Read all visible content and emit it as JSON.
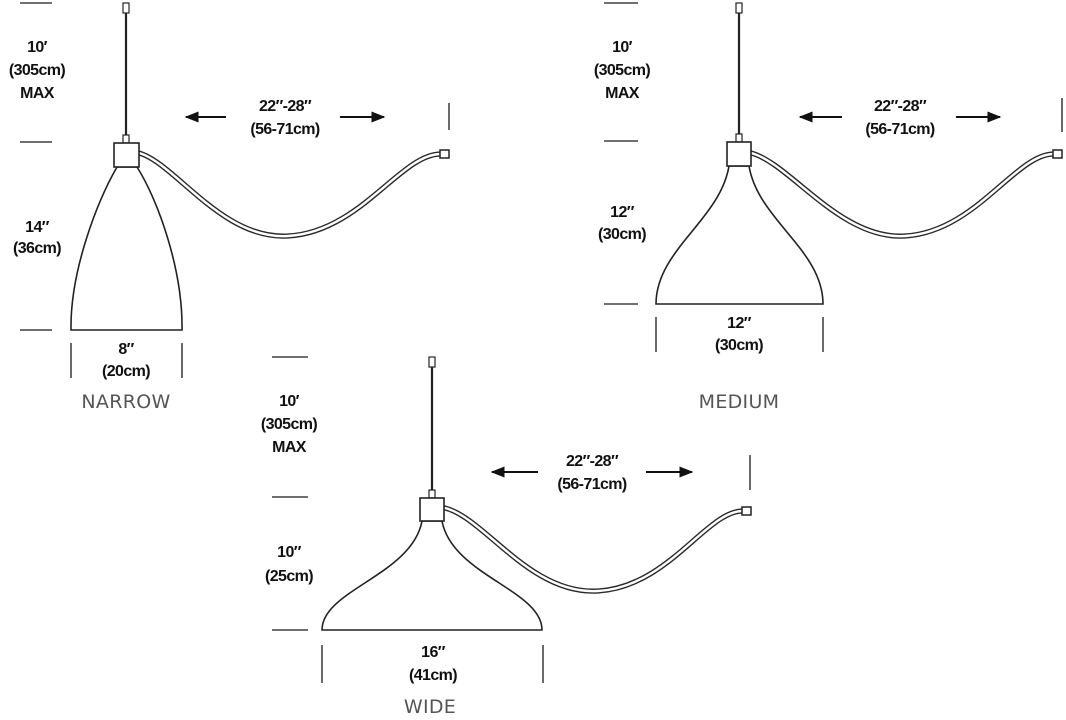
{
  "narrow": {
    "rod_length": [
      "10′",
      "(305cm)",
      "MAX"
    ],
    "cord_length": [
      "22″-28″",
      "(56-71cm)"
    ],
    "height": [
      "14″",
      "(36cm)"
    ],
    "width": [
      "8″",
      "(20cm)"
    ],
    "name": "NARROW"
  },
  "medium": {
    "rod_length": [
      "10′",
      "(305cm)",
      "MAX"
    ],
    "cord_length": [
      "22″-28″",
      "(56-71cm)"
    ],
    "height": [
      "12″",
      "(30cm)"
    ],
    "width": [
      "12″",
      "(30cm)"
    ],
    "name": "MEDIUM"
  },
  "wide": {
    "rod_length": [
      "10′",
      "(305cm)",
      "MAX"
    ],
    "cord_length": [
      "22″-28″",
      "(56-71cm)"
    ],
    "height": [
      "10″",
      "(25cm)"
    ],
    "width": [
      "16″",
      "(41cm)"
    ],
    "name": "WIDE"
  }
}
